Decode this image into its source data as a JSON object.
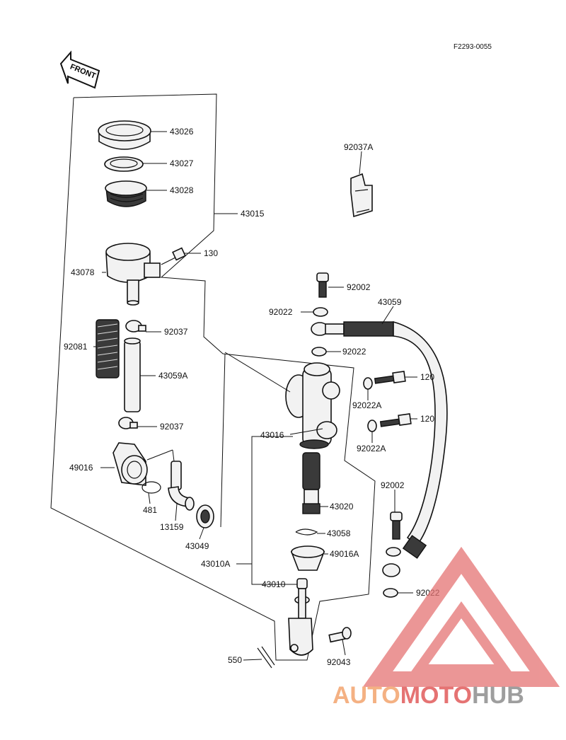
{
  "diagram_code": "F2293-0055",
  "front_label": "FRONT",
  "parts": {
    "p43026": "43026",
    "p43027": "43027",
    "p43028": "43028",
    "p43015": "43015",
    "p130": "130",
    "p43078": "43078",
    "p92037a": "92037A",
    "p92002_top": "92002",
    "p92022_top": "92022",
    "p43059": "43059",
    "p92022_mid": "92022",
    "p92037_top": "92037",
    "p92081": "92081",
    "p43059a": "43059A",
    "p120_top": "120",
    "p92022a_top": "92022A",
    "p120_bot": "120",
    "p92037_bot": "92037",
    "p43016": "43016",
    "p92022a_bot": "92022A",
    "p49016": "49016",
    "p481": "481",
    "p13159": "13159",
    "p43049": "43049",
    "p43020": "43020",
    "p43058": "43058",
    "p49016a": "49016A",
    "p43010a": "43010A",
    "p43010": "43010",
    "p92002_bot": "92002",
    "p92022_bot": "92022",
    "p550": "550",
    "p92043": "92043"
  },
  "watermark": {
    "part1": "AUTO",
    "part2": "MOTO",
    "part3": "HUB",
    "color1": "#f4b183",
    "color2": "#e57373",
    "color3": "#9e9e9e"
  }
}
